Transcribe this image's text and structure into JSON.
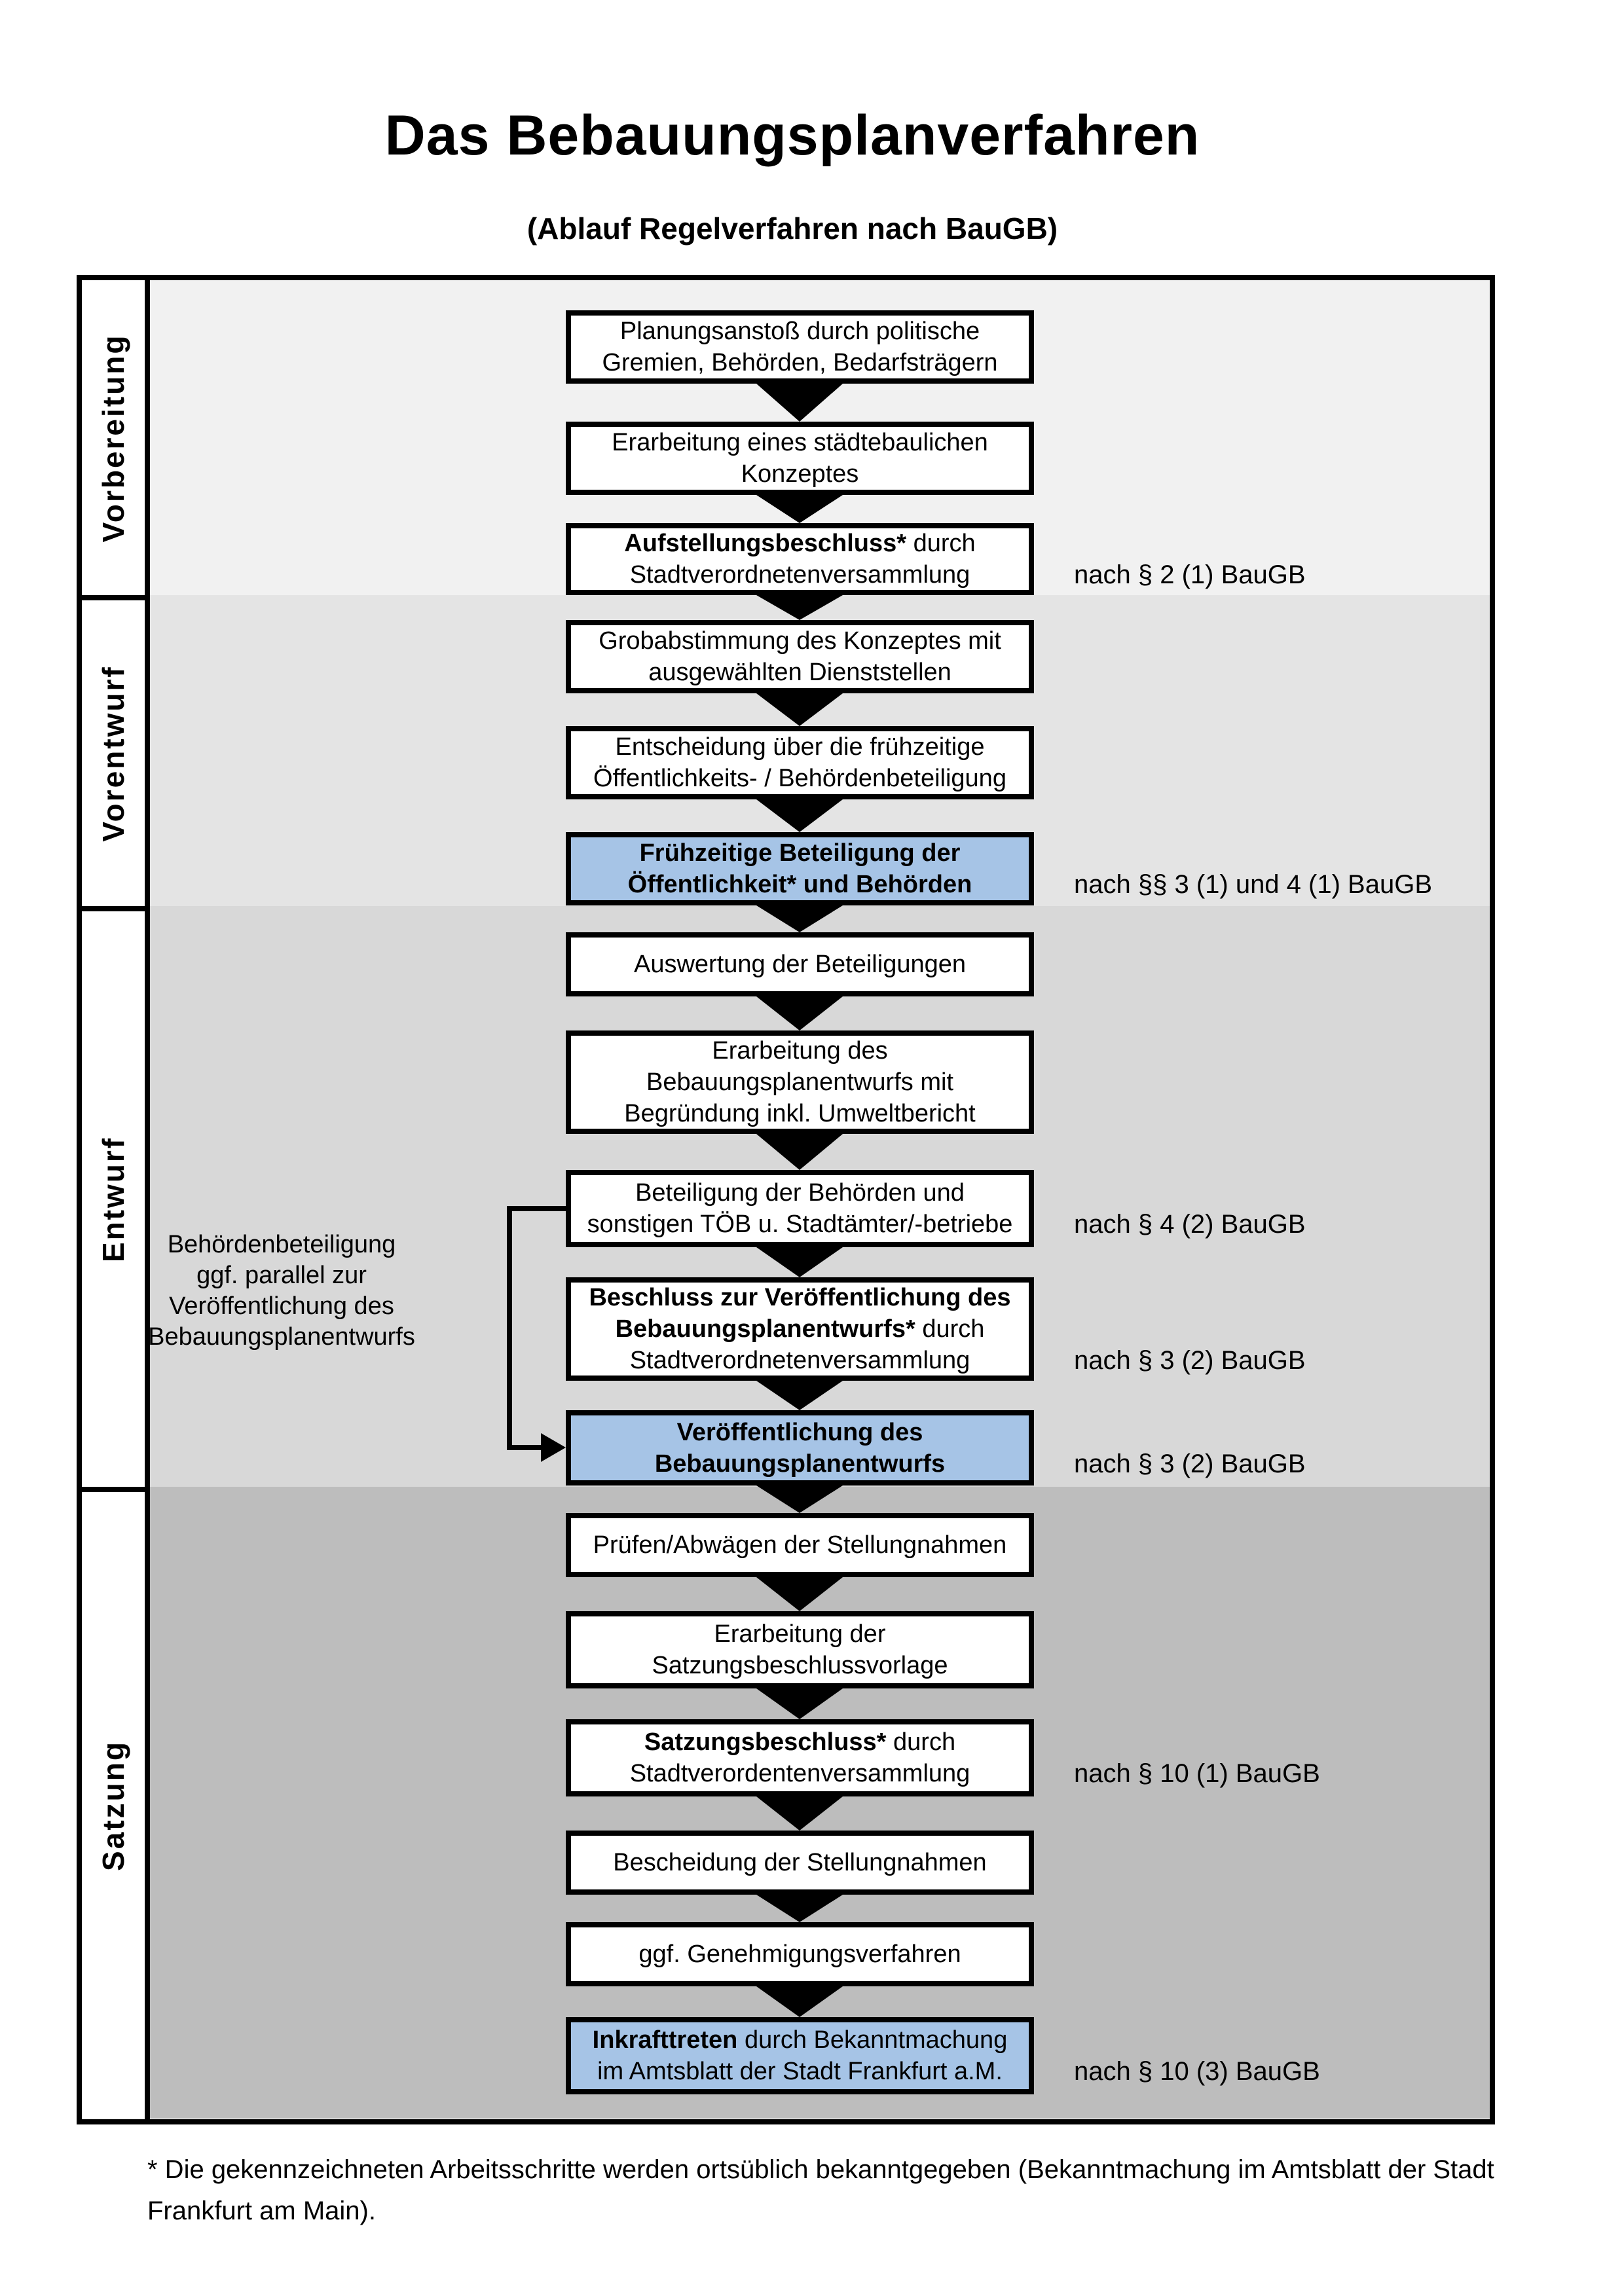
{
  "title": "Das Bebauungsplanverfahren",
  "subtitle": "(Ablauf Regelverfahren nach BauGB)",
  "phases": [
    {
      "name": "vorbereitung",
      "label": "Vorbereitung"
    },
    {
      "name": "vorentwurf",
      "label": "Vorentwurf"
    },
    {
      "name": "entwurf",
      "label": "Entwurf"
    },
    {
      "name": "satzung",
      "label": "Satzung"
    }
  ],
  "steps": [
    {
      "name": "planungsanstoss",
      "phase": 0,
      "highlight": false,
      "ref": null,
      "lines": [
        [
          {
            "text": "Planungsanstoß durch politische",
            "bold": false
          }
        ],
        [
          {
            "text": "Gremien, Behörden, Bedarfsträgern",
            "bold": false
          }
        ]
      ]
    },
    {
      "name": "erarbeitung-konzept",
      "phase": 0,
      "highlight": false,
      "ref": null,
      "lines": [
        [
          {
            "text": "Erarbeitung eines städtebaulichen",
            "bold": false
          }
        ],
        [
          {
            "text": "Konzeptes",
            "bold": false
          }
        ]
      ]
    },
    {
      "name": "aufstellungsbeschluss",
      "phase": 0,
      "highlight": false,
      "ref": "nach § 2 (1) BauGB",
      "lines": [
        [
          {
            "text": "Aufstellungsbeschluss*",
            "bold": true
          },
          {
            "text": " durch",
            "bold": false
          }
        ],
        [
          {
            "text": "Stadtverordnetenversammlung",
            "bold": false
          }
        ]
      ]
    },
    {
      "name": "grobabstimmung",
      "phase": 1,
      "highlight": false,
      "ref": null,
      "lines": [
        [
          {
            "text": "Grobabstimmung des Konzeptes mit",
            "bold": false
          }
        ],
        [
          {
            "text": "ausgewählten Dienststellen",
            "bold": false
          }
        ]
      ]
    },
    {
      "name": "entscheidung-fruehzeitige-beteiligung",
      "phase": 1,
      "highlight": false,
      "ref": null,
      "lines": [
        [
          {
            "text": "Entscheidung über die frühzeitige",
            "bold": false
          }
        ],
        [
          {
            "text": "Öffentlichkeits- / Behördenbeteiligung",
            "bold": false
          }
        ]
      ]
    },
    {
      "name": "fruehzeitige-beteiligung",
      "phase": 1,
      "highlight": true,
      "ref": "nach §§ 3 (1) und 4 (1) BauGB",
      "lines": [
        [
          {
            "text": "Frühzeitige Beteiligung der",
            "bold": true
          }
        ],
        [
          {
            "text": "Öffentlichkeit* und Behörden",
            "bold": true
          }
        ]
      ]
    },
    {
      "name": "auswertung-beteiligungen",
      "phase": 2,
      "highlight": false,
      "ref": null,
      "lines": [
        [
          {
            "text": "Auswertung der Beteiligungen",
            "bold": false
          }
        ]
      ]
    },
    {
      "name": "erarbeitung-bebauungsplanentwurf",
      "phase": 2,
      "highlight": false,
      "ref": null,
      "lines": [
        [
          {
            "text": "Erarbeitung des",
            "bold": false
          }
        ],
        [
          {
            "text": "Bebauungsplanentwurfs mit",
            "bold": false
          }
        ],
        [
          {
            "text": "Begründung inkl. Umweltbericht",
            "bold": false
          }
        ]
      ]
    },
    {
      "name": "beteiligung-behoerden-toeb",
      "phase": 2,
      "highlight": false,
      "ref": "nach § 4 (2) BauGB",
      "lines": [
        [
          {
            "text": "Beteiligung der Behörden und",
            "bold": false
          }
        ],
        [
          {
            "text": "sonstigen TÖB u. Stadtämter/-betriebe",
            "bold": false
          }
        ]
      ]
    },
    {
      "name": "beschluss-veroeffentlichung",
      "phase": 2,
      "highlight": false,
      "ref": "nach § 3 (2) BauGB",
      "lines": [
        [
          {
            "text": "Beschluss zur Veröffentlichung des",
            "bold": true
          }
        ],
        [
          {
            "text": "Bebauungsplanentwurfs*",
            "bold": true
          },
          {
            "text": " durch",
            "bold": false
          }
        ],
        [
          {
            "text": "Stadtverordnetenversammlung",
            "bold": false
          }
        ]
      ]
    },
    {
      "name": "veroeffentlichung-bebauungsplanentwurf",
      "phase": 2,
      "highlight": true,
      "ref": "nach § 3 (2) BauGB",
      "lines": [
        [
          {
            "text": "Veröffentlichung des",
            "bold": true
          }
        ],
        [
          {
            "text": "Bebauungsplanentwurfs",
            "bold": true
          }
        ]
      ]
    },
    {
      "name": "pruefen-abwaegen-stellungnahmen",
      "phase": 3,
      "highlight": false,
      "ref": null,
      "lines": [
        [
          {
            "text": "Prüfen/Abwägen der Stellungnahmen",
            "bold": false
          }
        ]
      ]
    },
    {
      "name": "erarbeitung-satzungsbeschlussvorlage",
      "phase": 3,
      "highlight": false,
      "ref": null,
      "lines": [
        [
          {
            "text": "Erarbeitung der",
            "bold": false
          }
        ],
        [
          {
            "text": "Satzungsbeschlussvorlage",
            "bold": false
          }
        ]
      ]
    },
    {
      "name": "satzungsbeschluss",
      "phase": 3,
      "highlight": false,
      "ref": "nach § 10 (1) BauGB",
      "lines": [
        [
          {
            "text": "Satzungsbeschluss*",
            "bold": true
          },
          {
            "text": " durch",
            "bold": false
          }
        ],
        [
          {
            "text": "Stadtverordentenversammlung",
            "bold": false
          }
        ]
      ]
    },
    {
      "name": "bescheidung-stellungnahmen",
      "phase": 3,
      "highlight": false,
      "ref": null,
      "lines": [
        [
          {
            "text": "Bescheidung der Stellungnahmen",
            "bold": false
          }
        ]
      ]
    },
    {
      "name": "genehmigungsverfahren",
      "phase": 3,
      "highlight": false,
      "ref": null,
      "lines": [
        [
          {
            "text": "ggf. Genehmigungsverfahren",
            "bold": false
          }
        ]
      ]
    },
    {
      "name": "inkrafttreten",
      "phase": 3,
      "highlight": true,
      "ref": "nach § 10 (3) BauGB",
      "lines": [
        [
          {
            "text": "Inkrafttreten",
            "bold": true
          },
          {
            "text": " durch Bekanntmachung",
            "bold": false
          }
        ],
        [
          {
            "text": "im Amtsblatt der Stadt Frankfurt a.M.",
            "bold": false
          }
        ]
      ]
    }
  ],
  "side_note": {
    "lines": [
      "Behördenbeteiligung",
      "ggf. parallel zur",
      "Veröffentlichung des",
      "Bebauungsplanentwurfs"
    ]
  },
  "footnote": {
    "lines": [
      "* Die gekennzeichneten Arbeitsschritte werden ortsüblich bekanntgegeben (Bekanntmachung im Amtsblatt  der Stadt",
      "Frankfurt am Main)."
    ]
  },
  "colors": {
    "highlight": "#a6c4e6",
    "section_backgrounds": [
      "#f1f1f1",
      "#e4e4e4",
      "#d8d8d8",
      "#bdbdbd"
    ],
    "line": "#000000"
  }
}
